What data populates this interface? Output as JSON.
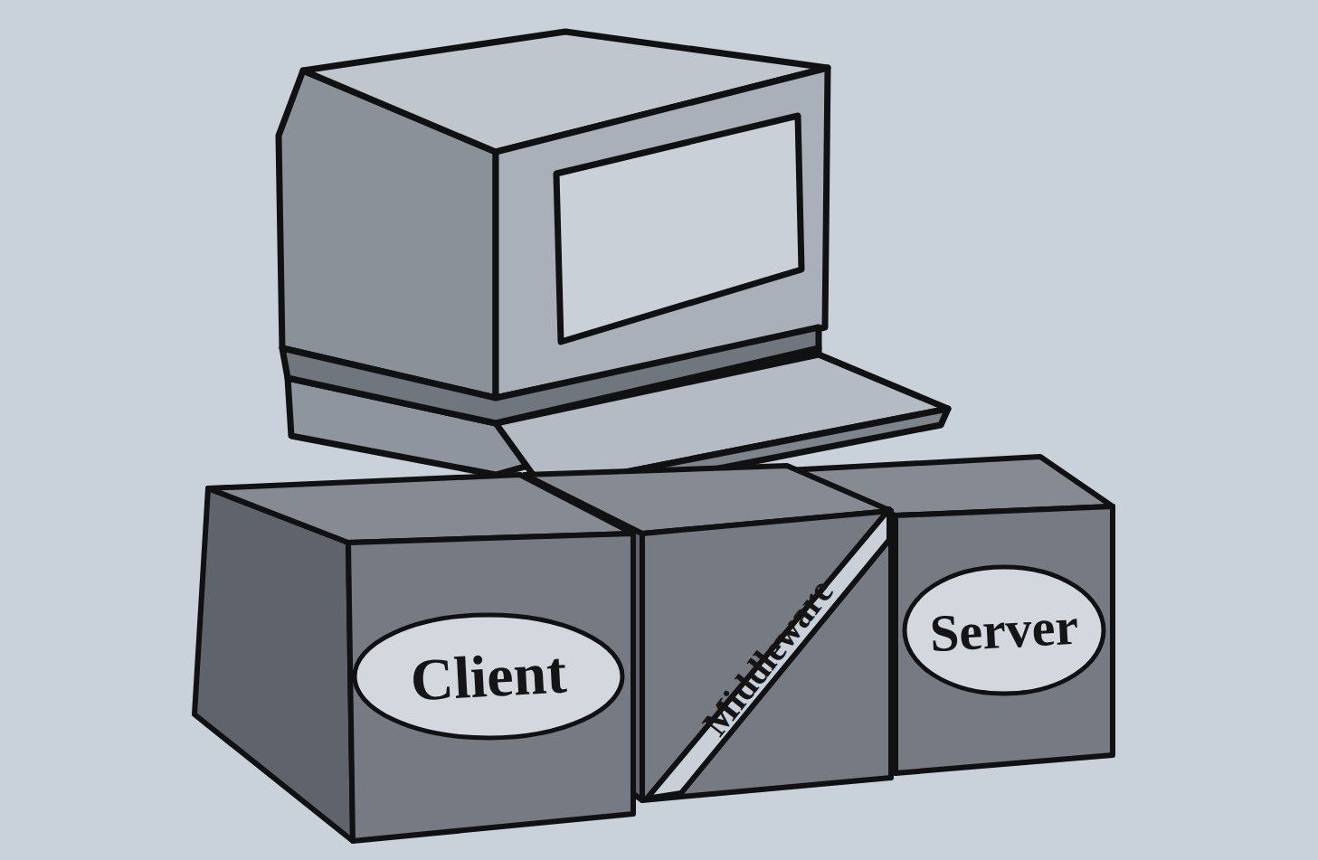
{
  "diagram": {
    "nodes": [
      {
        "text": [
          "Client"
        ]
      },
      {
        "text": [
          "Middleware"
        ]
      },
      {
        "text": [
          "Server"
        ]
      }
    ]
  }
}
